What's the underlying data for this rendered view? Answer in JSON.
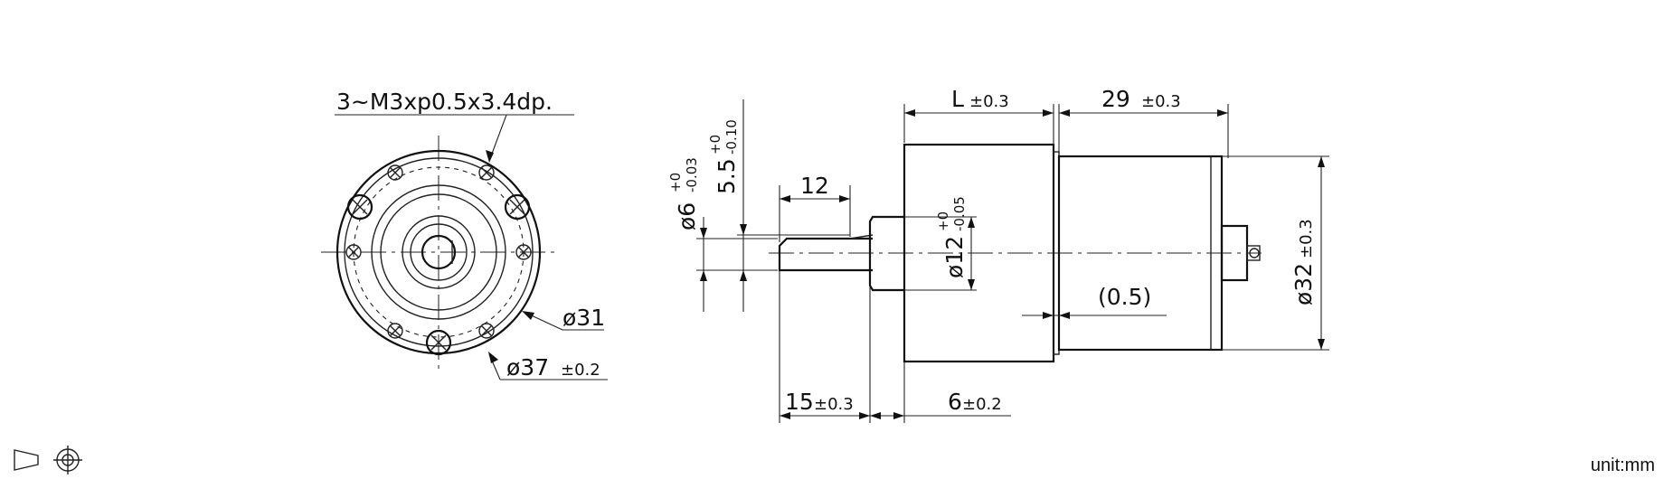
{
  "front_view": {
    "thread_note": "3~M3xp0.5x3.4dp.",
    "dia31": "ø31",
    "dia37": "ø37",
    "dia37_tol": "±0.2"
  },
  "side_view": {
    "shaft_dia_main": "ø6",
    "shaft_dia_upper": "+0",
    "shaft_dia_lower": "-0.03",
    "flat_main": "5.5",
    "flat_upper": "+0",
    "flat_lower": "-0.10",
    "dim_12": "12",
    "boss_main": "ø12",
    "boss_upper": "+0",
    "boss_lower": "-0.05",
    "L_main": "L",
    "L_tol": "±0.3",
    "len29_main": "29",
    "len29_tol": "±0.3",
    "dia32_main": "ø32",
    "dia32_tol": "±0.3",
    "gap": "(0.5)",
    "len15_main": "15",
    "len15_tol": "±0.3",
    "len6_main": "6",
    "len6_tol": "±0.2"
  },
  "footer": {
    "unit": "unit:mm",
    "projection_symbol": "third-angle-projection-icon"
  }
}
